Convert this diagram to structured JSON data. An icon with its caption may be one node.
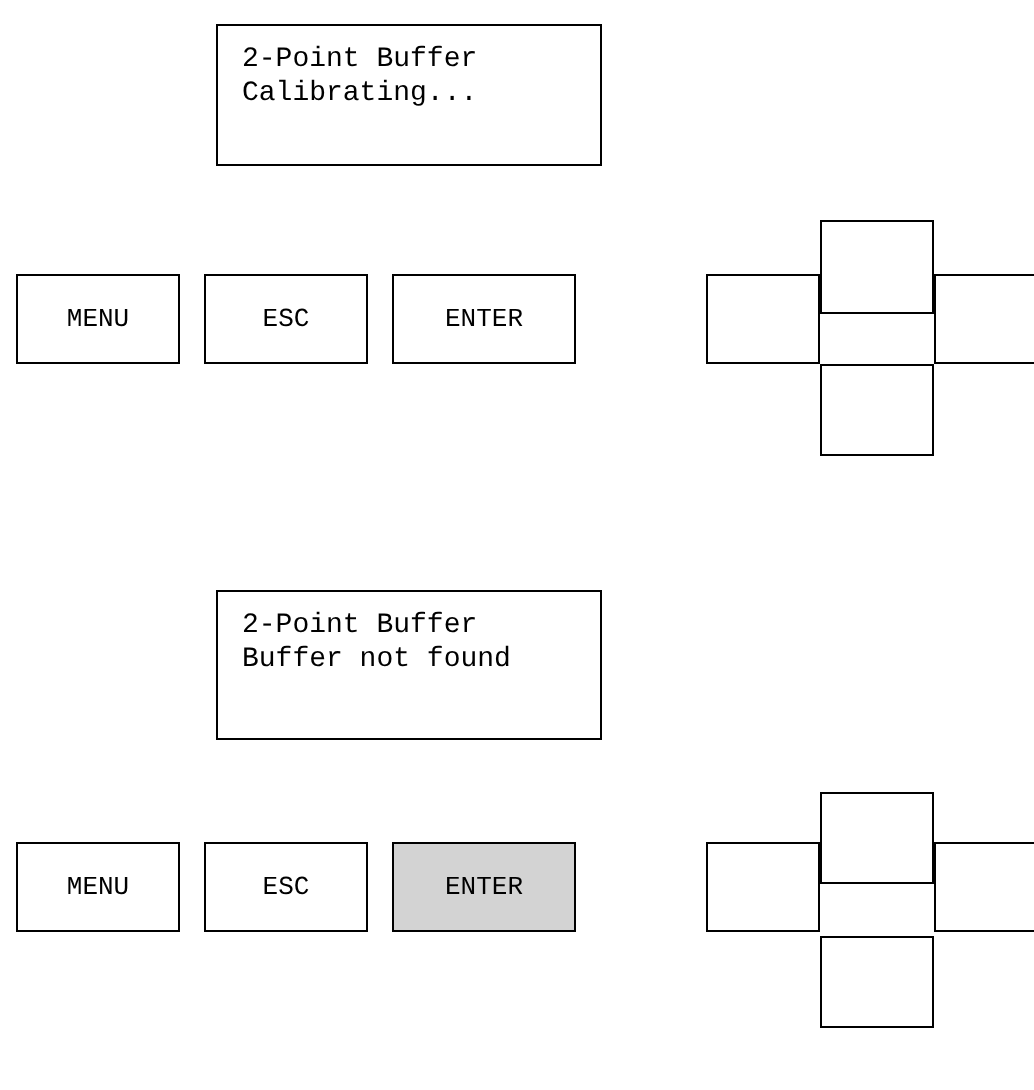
{
  "diagram": {
    "nodes": [
      {
        "text": [
          "2-Point Buffer",
          "Calibrating..."
        ]
      },
      {
        "text": [
          "MENU"
        ]
      },
      {
        "text": [
          "ESC"
        ]
      },
      {
        "text": [
          "ENTER"
        ]
      },
      {
        "text": [],
        "shape": "box"
      },
      {
        "text": [],
        "shape": "box"
      },
      {
        "text": [],
        "shape": "box"
      },
      {
        "text": [],
        "shape": "box"
      },
      {
        "text": [
          "2-Point Buffer",
          "Buffer not found"
        ]
      },
      {
        "text": [
          "MENU"
        ]
      },
      {
        "text": [
          "ESC"
        ]
      },
      {
        "text": [
          "ENTER"
        ]
      },
      {
        "text": [],
        "shape": "box"
      },
      {
        "text": [],
        "shape": "box"
      },
      {
        "text": [],
        "shape": "box"
      },
      {
        "text": [],
        "shape": "box"
      }
    ]
  }
}
